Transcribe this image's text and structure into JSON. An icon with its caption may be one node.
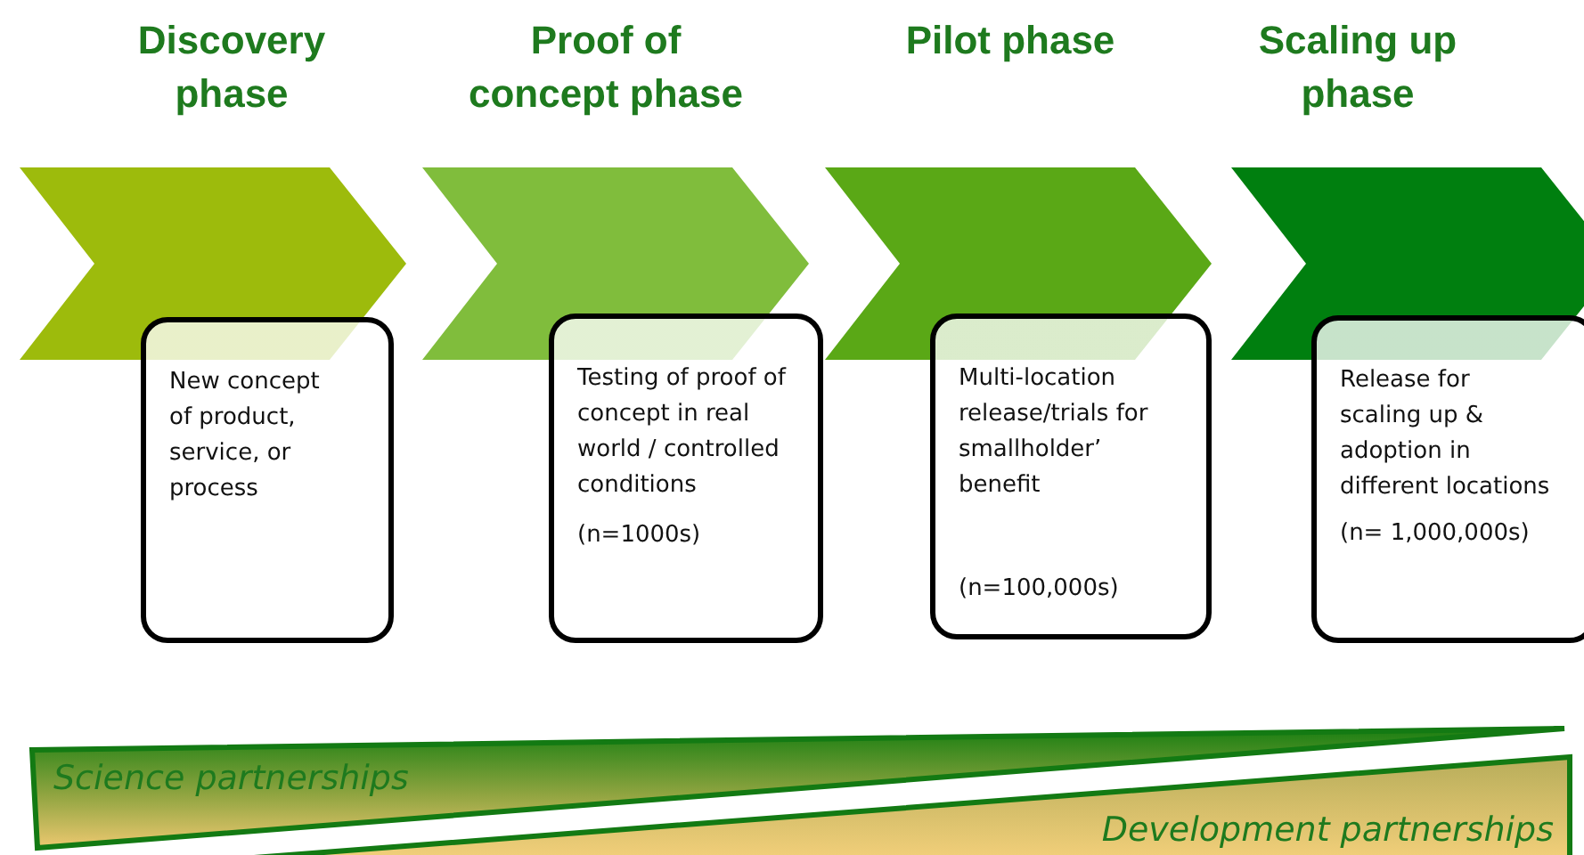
{
  "diagram": {
    "nodes": [
      {
        "text": [
          "Discovery phase"
        ]
      },
      {
        "text": [
          "New concept of product, service, or process"
        ]
      },
      {
        "text": [
          "Proof of concept phase"
        ]
      },
      {
        "text": [
          "Testing of proof of concept in real world / controlled conditions",
          "(n=1000s)"
        ]
      },
      {
        "text": [
          "Pilot phase"
        ]
      },
      {
        "text": [
          "Multi-location release/trials for smallholder’ benefit",
          "(n=100,000s)"
        ]
      },
      {
        "text": [
          "Scaling up phase"
        ]
      },
      {
        "text": [
          "Release for scaling up & adoption in different locations",
          "(n= 1,000,000s)"
        ]
      },
      {
        "text": [
          "Science partnerships"
        ]
      },
      {
        "text": [
          "Development partnerships"
        ]
      }
    ]
  }
}
